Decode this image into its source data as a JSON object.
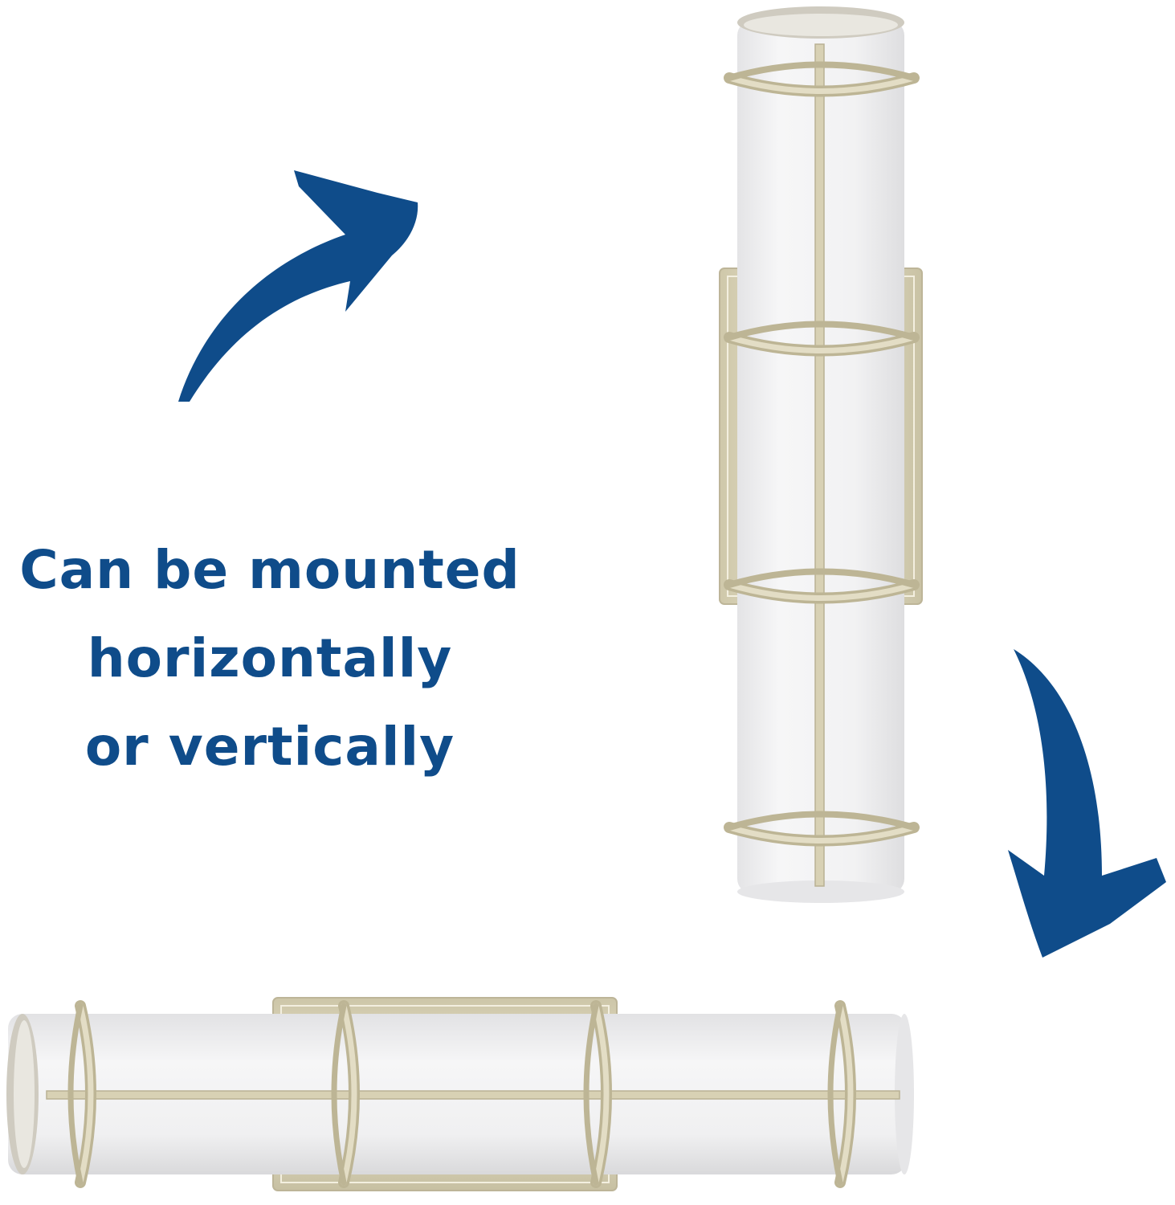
{
  "caption": {
    "line1": "Can be mounted",
    "line2": "horizontally",
    "line3": "or vertically"
  },
  "colors": {
    "arrow": "#0f4c8a",
    "caption": "#0f4c8a",
    "shade": "#f0f0f1",
    "brass": "#d8d1b4",
    "background": "#ffffff"
  },
  "icons": {
    "arrow_top": "curved-arrow-up-right-icon",
    "arrow_right": "curved-arrow-down-icon"
  }
}
